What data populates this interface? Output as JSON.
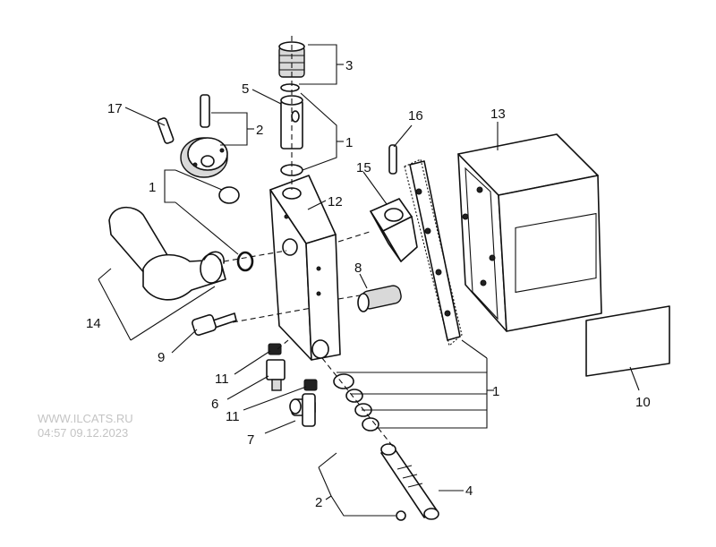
{
  "watermark": {
    "line1": "WWW.ILCATS.RU",
    "line2": "04:57 09.12.2023"
  },
  "callouts": {
    "c17": "17",
    "c2_top": "2",
    "c3": "3",
    "c5": "5",
    "c1_upper": "1",
    "c16": "16",
    "c13": "13",
    "c15": "15",
    "c12": "12",
    "c1_left": "1",
    "c8": "8",
    "c14": "14",
    "c9": "9",
    "c11_upper": "11",
    "c6": "6",
    "c11_lower": "11",
    "c7": "7",
    "c1_lower": "1",
    "c10": "10",
    "c2_bottom": "2",
    "c4": "4"
  },
  "colors": {
    "ink": "#111111",
    "watermark": "#c4c4c4",
    "background": "#ffffff"
  }
}
